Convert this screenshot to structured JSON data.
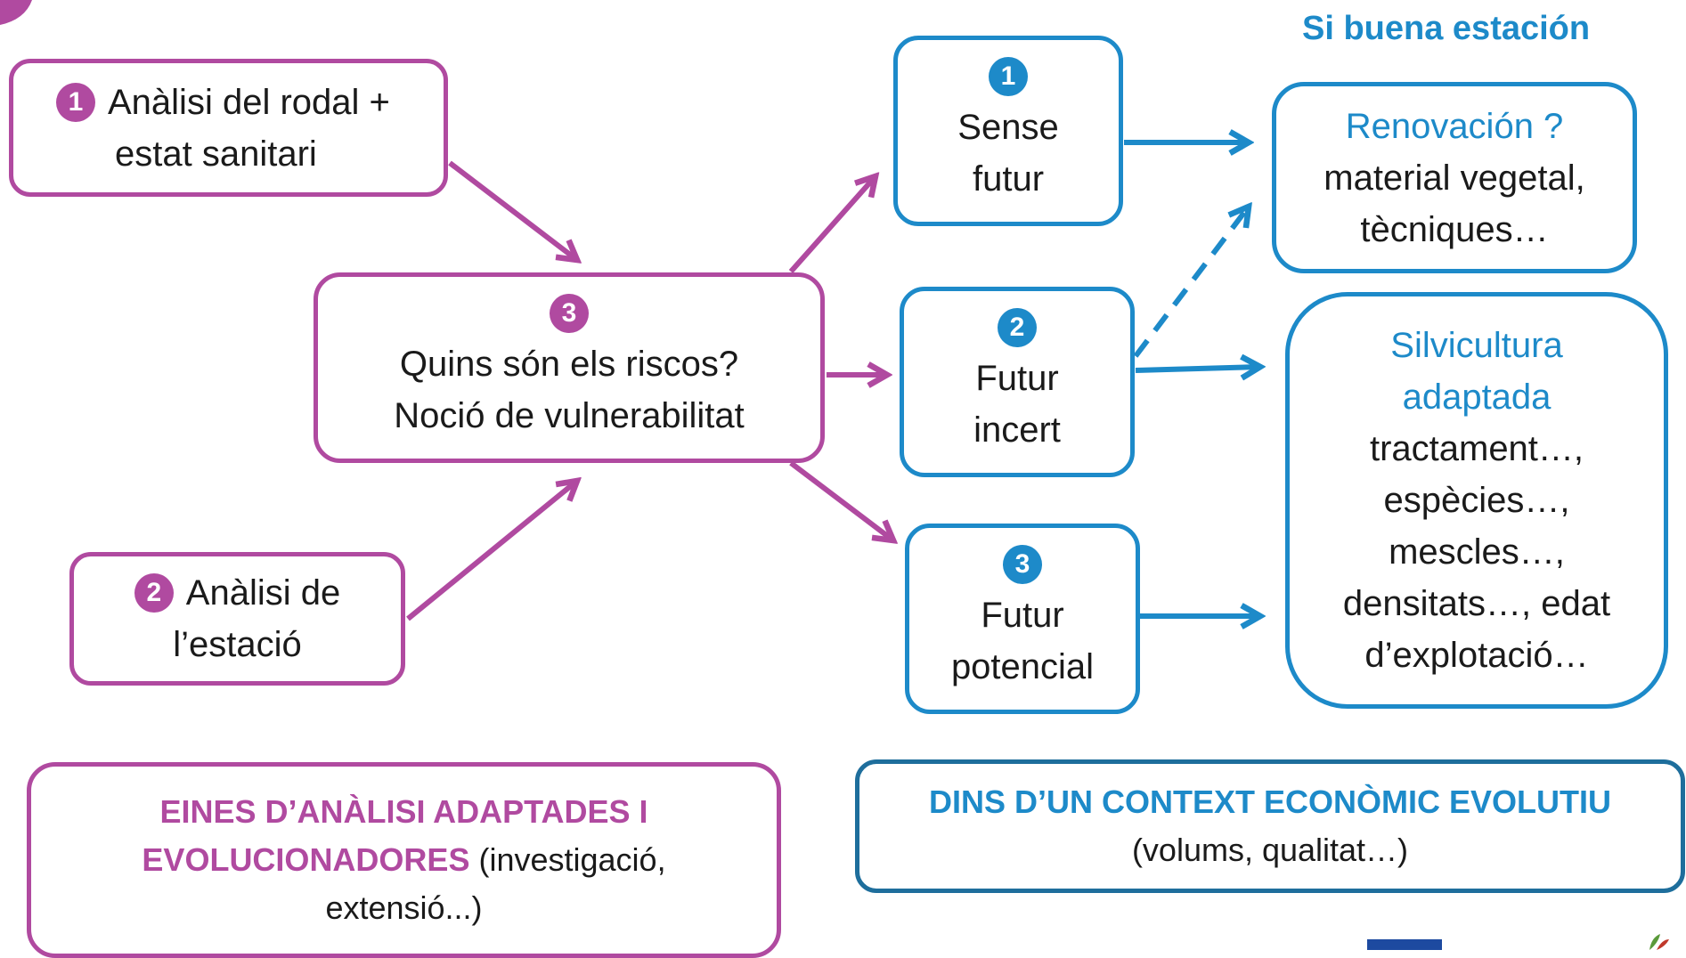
{
  "heading": "Si buena estación",
  "left_boxes": [
    {
      "num": "1",
      "lines": [
        "Anàlisi del rodal +",
        "estat sanitari"
      ]
    },
    {
      "num": "2",
      "lines": [
        "Anàlisi de",
        "l’estació"
      ]
    }
  ],
  "center_box": {
    "num": "3",
    "lines": [
      "Quins són els riscos?",
      "Noció de vulnerabilitat"
    ]
  },
  "futures": [
    {
      "num": "1",
      "lines": [
        "Sense",
        "futur"
      ]
    },
    {
      "num": "2",
      "lines": [
        "Futur",
        "incert"
      ]
    },
    {
      "num": "3",
      "lines": [
        "Futur",
        "potencial"
      ]
    }
  ],
  "renovacion_box": {
    "title": "Renovación ?",
    "lines": [
      "material vegetal,",
      "tècniques…"
    ]
  },
  "silvicultura_box": {
    "title_lines": [
      "Silvicultura",
      "adaptada"
    ],
    "lines": [
      "tractament…,",
      "espècies…,",
      "mescles…,",
      "densitats…, edat",
      "d’explotació…"
    ]
  },
  "bottom_left": {
    "bold_line1": "EINES D’ANÀLISI ADAPTADES I",
    "bold_line2": "EVOLUCIONADORES",
    "rest_line2": " (investigació,",
    "line3": "extensió...)"
  },
  "bottom_right": {
    "bold_line": "DINS D’UN CONTEXT ECONÒMIC EVOLUTIU",
    "line2": "(volums, qualitat…)"
  },
  "colors": {
    "magenta": "#b04aa0",
    "blue": "#1d8ac9",
    "dark_blue": "#1e6e9c"
  }
}
